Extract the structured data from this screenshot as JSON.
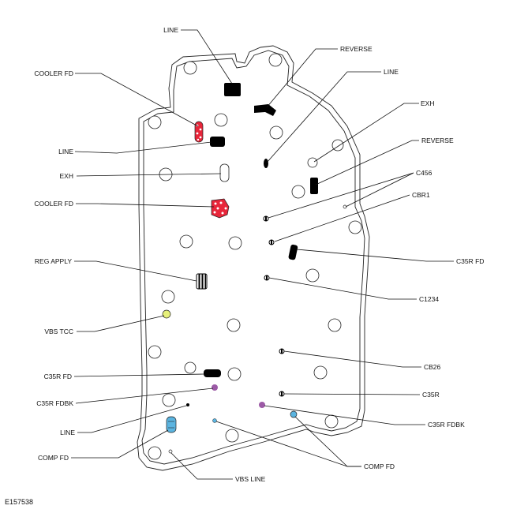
{
  "figure_id": "E157538",
  "colors": {
    "black_port": "#000000",
    "cooler_red": "#e8263a",
    "tcc_yellow": "#e6f07a",
    "fdbk_purple": "#9c5aa6",
    "comp_blue": "#5bb4e0"
  },
  "labels": {
    "line_top": "LINE",
    "reverse_top": "REVERSE",
    "line_right": "LINE",
    "cooler_fd_top": "COOLER FD",
    "exh_right": "EXH",
    "reverse_right": "REVERSE",
    "line_left": "LINE",
    "exh_left": "EXH",
    "c456": "C456",
    "cbr1": "CBR1",
    "cooler_fd_left": "COOLER FD",
    "c35r_fd_right": "C35R FD",
    "reg_apply": "REG APPLY",
    "c1234": "C1234",
    "vbs_tcc": "VBS TCC",
    "cb26": "CB26",
    "c35r_fd_left": "C35R FD",
    "c35r": "C35R",
    "c35r_fdbk_left": "C35R FDBK",
    "c35r_fdbk_right": "C35R FDBK",
    "line_bottom": "LINE",
    "comp_fd_left": "COMP FD",
    "comp_fd_right": "COMP FD",
    "vbs_line": "VBS LINE"
  }
}
